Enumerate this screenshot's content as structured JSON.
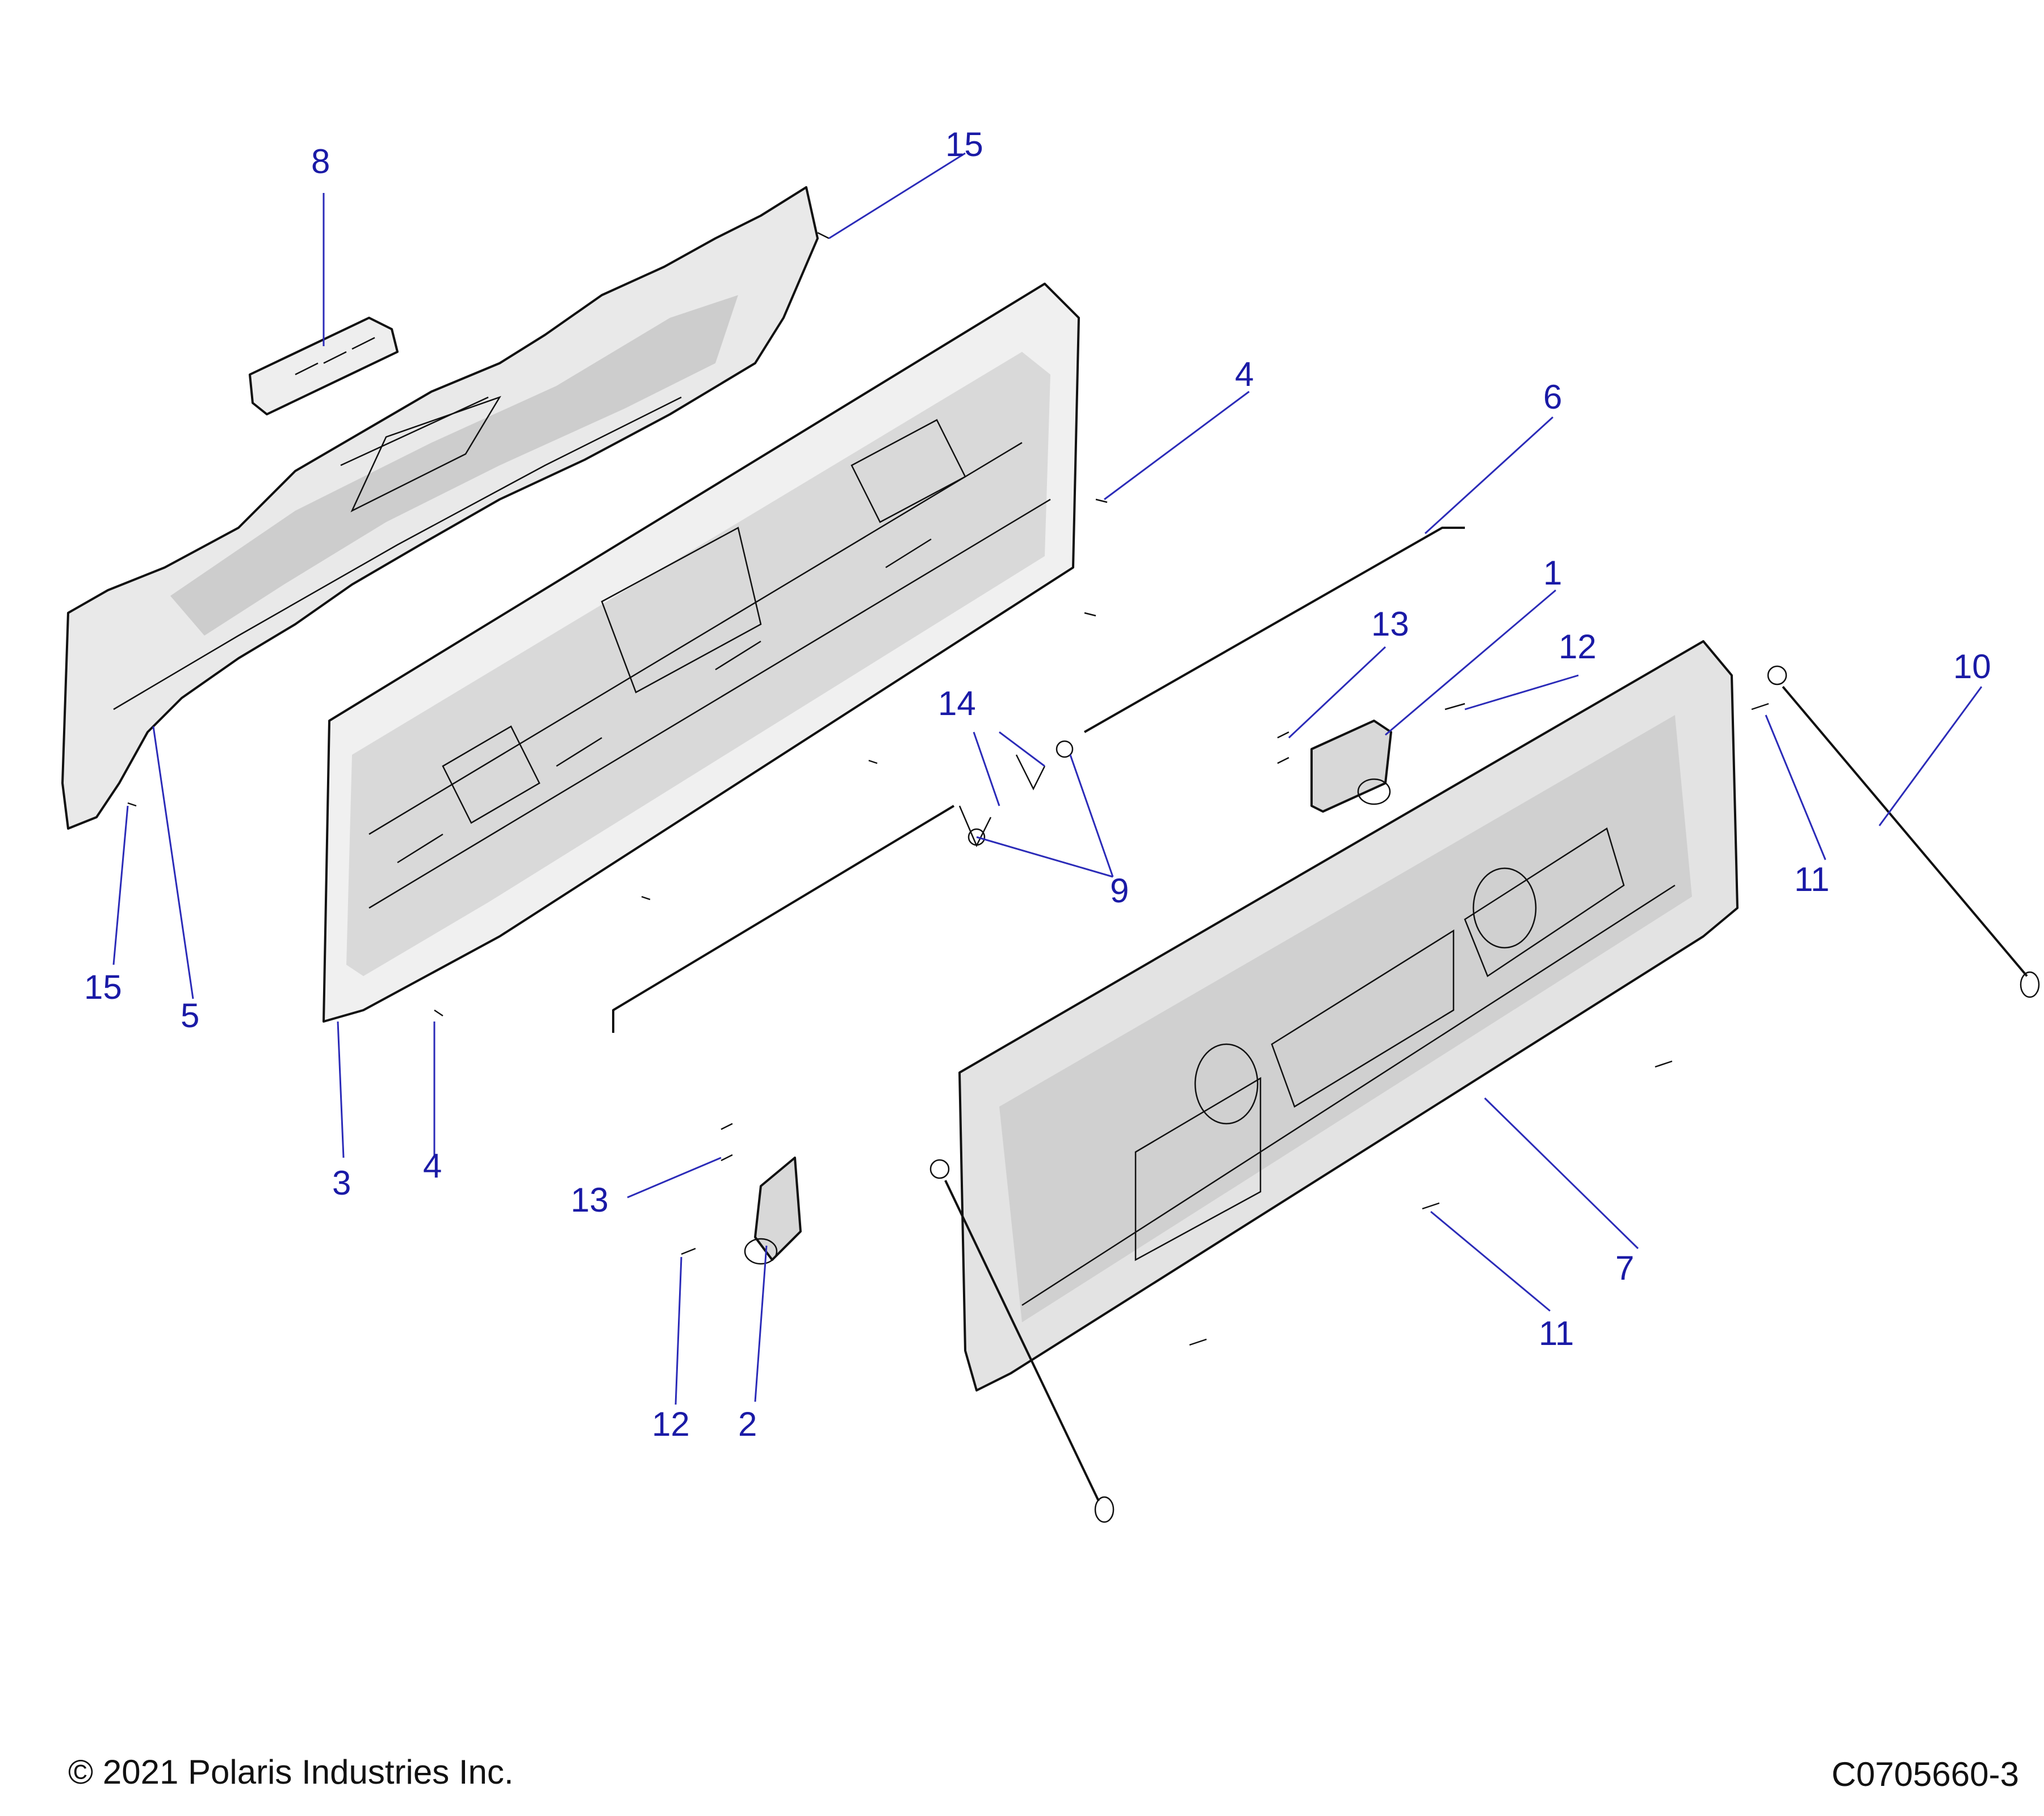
{
  "callouts": [
    {
      "id": "1",
      "label": "1"
    },
    {
      "id": "2",
      "label": "2"
    },
    {
      "id": "3",
      "label": "3"
    },
    {
      "id": "4a",
      "label": "4"
    },
    {
      "id": "4b",
      "label": "4"
    },
    {
      "id": "5",
      "label": "5"
    },
    {
      "id": "6",
      "label": "6"
    },
    {
      "id": "7",
      "label": "7"
    },
    {
      "id": "8",
      "label": "8"
    },
    {
      "id": "9",
      "label": "9"
    },
    {
      "id": "10",
      "label": "10"
    },
    {
      "id": "11a",
      "label": "11"
    },
    {
      "id": "11b",
      "label": "11"
    },
    {
      "id": "12a",
      "label": "12"
    },
    {
      "id": "12b",
      "label": "12"
    },
    {
      "id": "13a",
      "label": "13"
    },
    {
      "id": "13b",
      "label": "13"
    },
    {
      "id": "14",
      "label": "14"
    },
    {
      "id": "15a",
      "label": "15"
    },
    {
      "id": "15b",
      "label": "15"
    }
  ],
  "footer": {
    "copyright": "© 2021 Polaris Industries Inc.",
    "drawing_id": "C0705660-3"
  },
  "colors": {
    "callout": "#1a1aa6",
    "leader": "#2b2bb8",
    "panel_fill": "#e6e6e6",
    "panel_shadow": "#cfcfcf",
    "outline": "#111111"
  }
}
